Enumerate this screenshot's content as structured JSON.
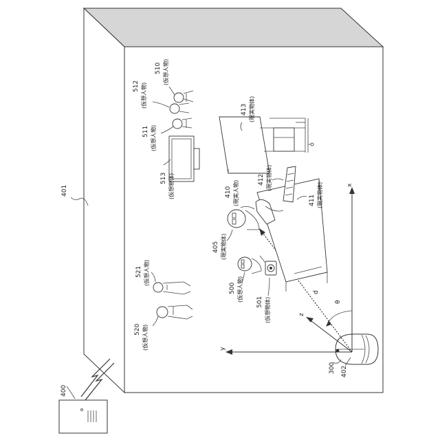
{
  "labels": {
    "room": "401",
    "terminal": "400",
    "camera_device": "300",
    "camera_lens": "402",
    "real_person_405_num": "405",
    "real_person_405_type": "(現実物体)",
    "real_person_410_num": "410",
    "real_person_410_type": "(現実人物)",
    "real_object_411_num": "411",
    "real_object_411_type": "(現実物体)",
    "real_object_412_num": "412",
    "real_object_412_type": "(現実物体)",
    "real_object_413_num": "413",
    "real_object_413_type": "(現実物体)",
    "virtual_person_500_num": "500",
    "virtual_person_500_type": "(仮想人物)",
    "virtual_object_501_num": "501",
    "virtual_object_501_type": "(仮想物体)",
    "virtual_person_510_num": "510",
    "virtual_person_510_type": "(仮想人物)",
    "virtual_person_511_num": "511",
    "virtual_person_511_type": "(仮想人物)",
    "virtual_person_512_num": "512",
    "virtual_person_512_type": "(仮想人物)",
    "virtual_object_513_num": "513",
    "virtual_object_513_type": "(仮想物体)",
    "virtual_person_520_num": "520",
    "virtual_person_520_type": "(仮想人物)",
    "virtual_person_521_num": "521",
    "virtual_person_521_type": "(仮想人物)",
    "axis_x": "x",
    "axis_y": "y",
    "axis_z": "z",
    "distance": "d",
    "angle": "θ"
  }
}
